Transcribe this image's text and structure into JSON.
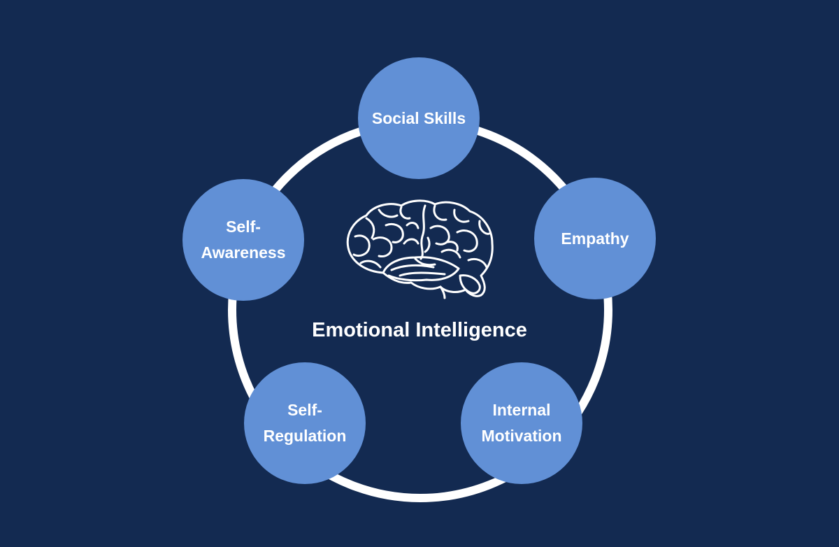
{
  "diagram": {
    "center_title": "Emotional Intelligence",
    "center_icon": "brain-icon",
    "nodes": [
      {
        "id": "social-skills",
        "lines": [
          "Social Skills"
        ]
      },
      {
        "id": "empathy",
        "lines": [
          "Empathy"
        ]
      },
      {
        "id": "internal-motivation",
        "lines": [
          "Internal",
          "Motivation"
        ]
      },
      {
        "id": "self-regulation",
        "lines": [
          "Self-",
          "Regulation"
        ]
      },
      {
        "id": "self-awareness",
        "lines": [
          "Self-",
          "Awareness"
        ]
      }
    ]
  },
  "colors": {
    "background": "#132a51",
    "ring": "#ffffff",
    "node_fill": "#6190d6",
    "text": "#ffffff"
  }
}
